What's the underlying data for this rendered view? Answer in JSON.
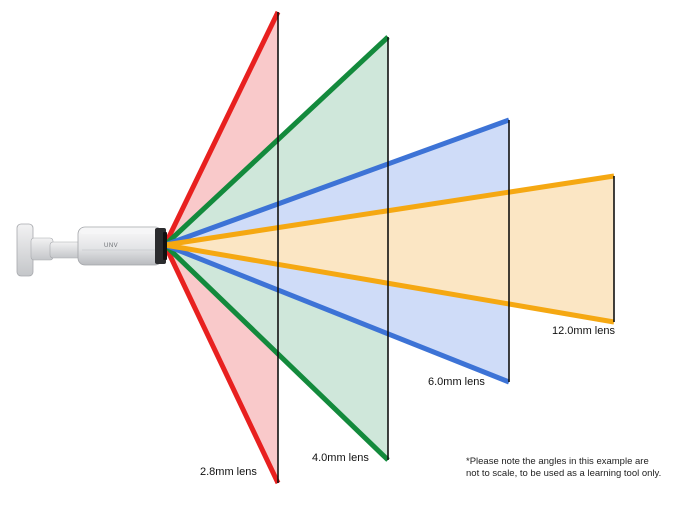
{
  "lenses": [
    {
      "label": "2.8mm lens",
      "fill": "#f9c9ca",
      "stroke": "#e8201f"
    },
    {
      "label": "4.0mm lens",
      "fill": "#cfe7da",
      "stroke": "#138a3c"
    },
    {
      "label": "6.0mm lens",
      "fill": "#cfdcf8",
      "stroke": "#3d73d6"
    },
    {
      "label": "12.0mm lens",
      "fill": "#fbe6c4",
      "stroke": "#f5a812"
    }
  ],
  "camera": {
    "brand": "UNV",
    "icon": "bullet-camera-icon"
  },
  "note": {
    "line1": "*Please note the angles in this example are",
    "line2": "not to scale, to be used as a learning tool only."
  }
}
